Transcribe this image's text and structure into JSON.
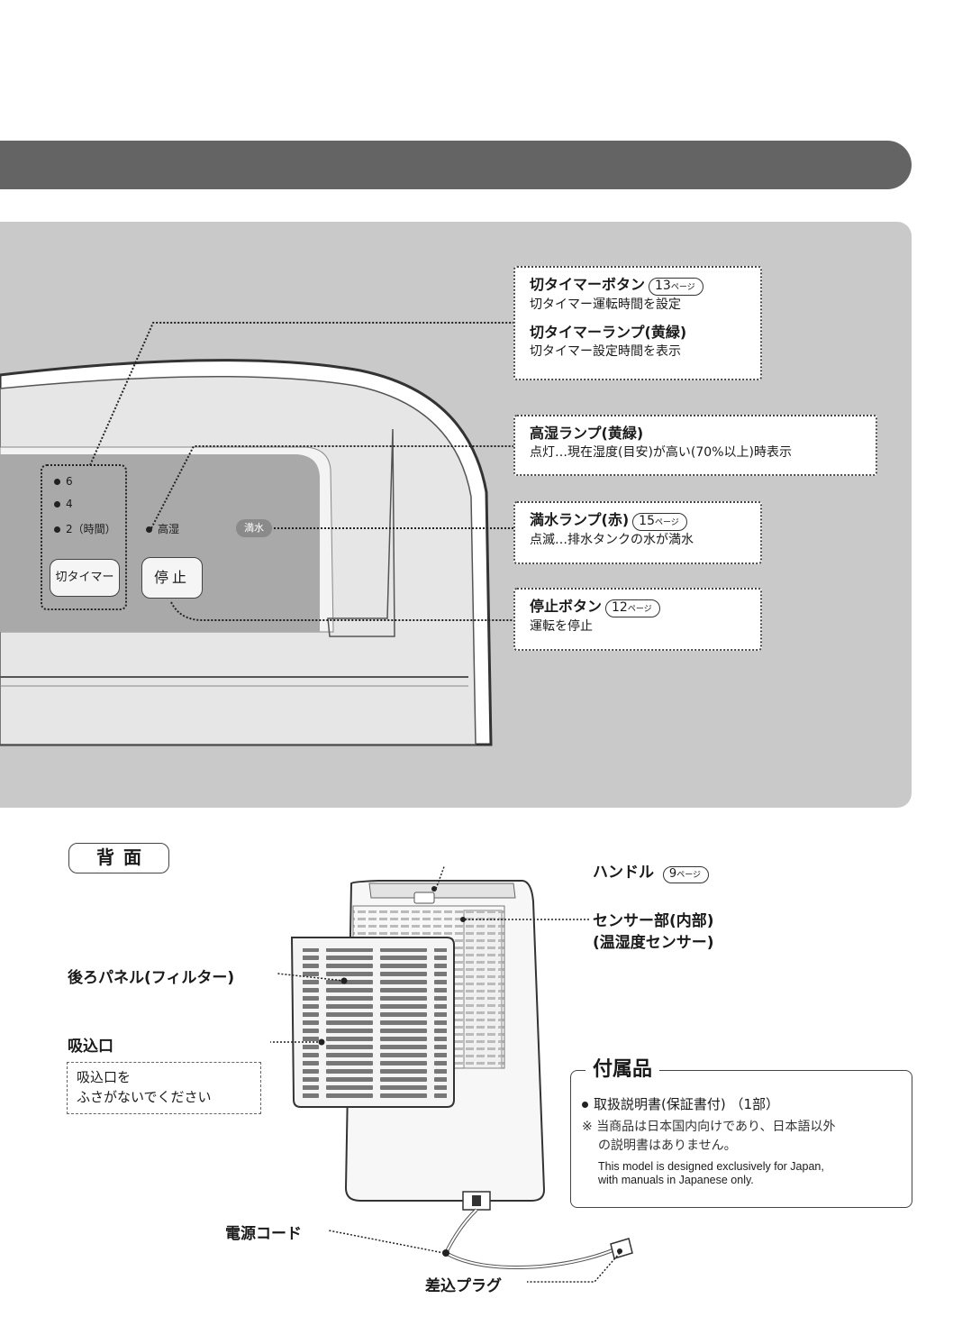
{
  "panel_section": {
    "callouts": [
      {
        "title": "切タイマーボタン",
        "page": "13",
        "page_unit": "ページ",
        "desc": "切タイマー運転時間を設定",
        "title2": "切タイマーランプ(黄緑)",
        "desc2": "切タイマー設定時間を表示"
      },
      {
        "title": "高湿ランプ(黄緑)",
        "desc": "点灯…現在湿度(目安)が高い(70%以上)時表示"
      },
      {
        "title": "満水ランプ(赤)",
        "page": "15",
        "page_unit": "ページ",
        "desc": "点滅…排水タンクの水が満水"
      },
      {
        "title": "停止ボタン",
        "page": "12",
        "page_unit": "ページ",
        "desc": "運転を停止"
      }
    ],
    "timer_lamps": [
      "6",
      "4",
      "2（時間）"
    ],
    "humid_lamp": "高湿",
    "full_lamp": "満水",
    "timer_button": "切タイマー",
    "stop_button": "停止"
  },
  "rear_section": {
    "tag": "背面",
    "labels": {
      "handle": "ハンドル",
      "handle_page": "9",
      "handle_page_unit": "ページ",
      "sensor_1": "センサー部(内部)",
      "sensor_2": "(温湿度センサー)",
      "back_panel": "後ろパネル(フィルター)",
      "intake": "吸込口",
      "power_cord": "電源コード",
      "plug": "差込プラグ"
    },
    "intake_note": [
      "吸込口を",
      "ふさがないでください"
    ]
  },
  "accessories": {
    "title": "付属品",
    "item": "取扱説明書(保証書付) （1部）",
    "note_mark": "※",
    "note_1": "当商品は日本国内向けであり、日本語以外",
    "note_2": "の説明書はありません。",
    "english_1": "This model is designed exclusively for Japan,",
    "english_2": "with manuals in Japanese only."
  }
}
